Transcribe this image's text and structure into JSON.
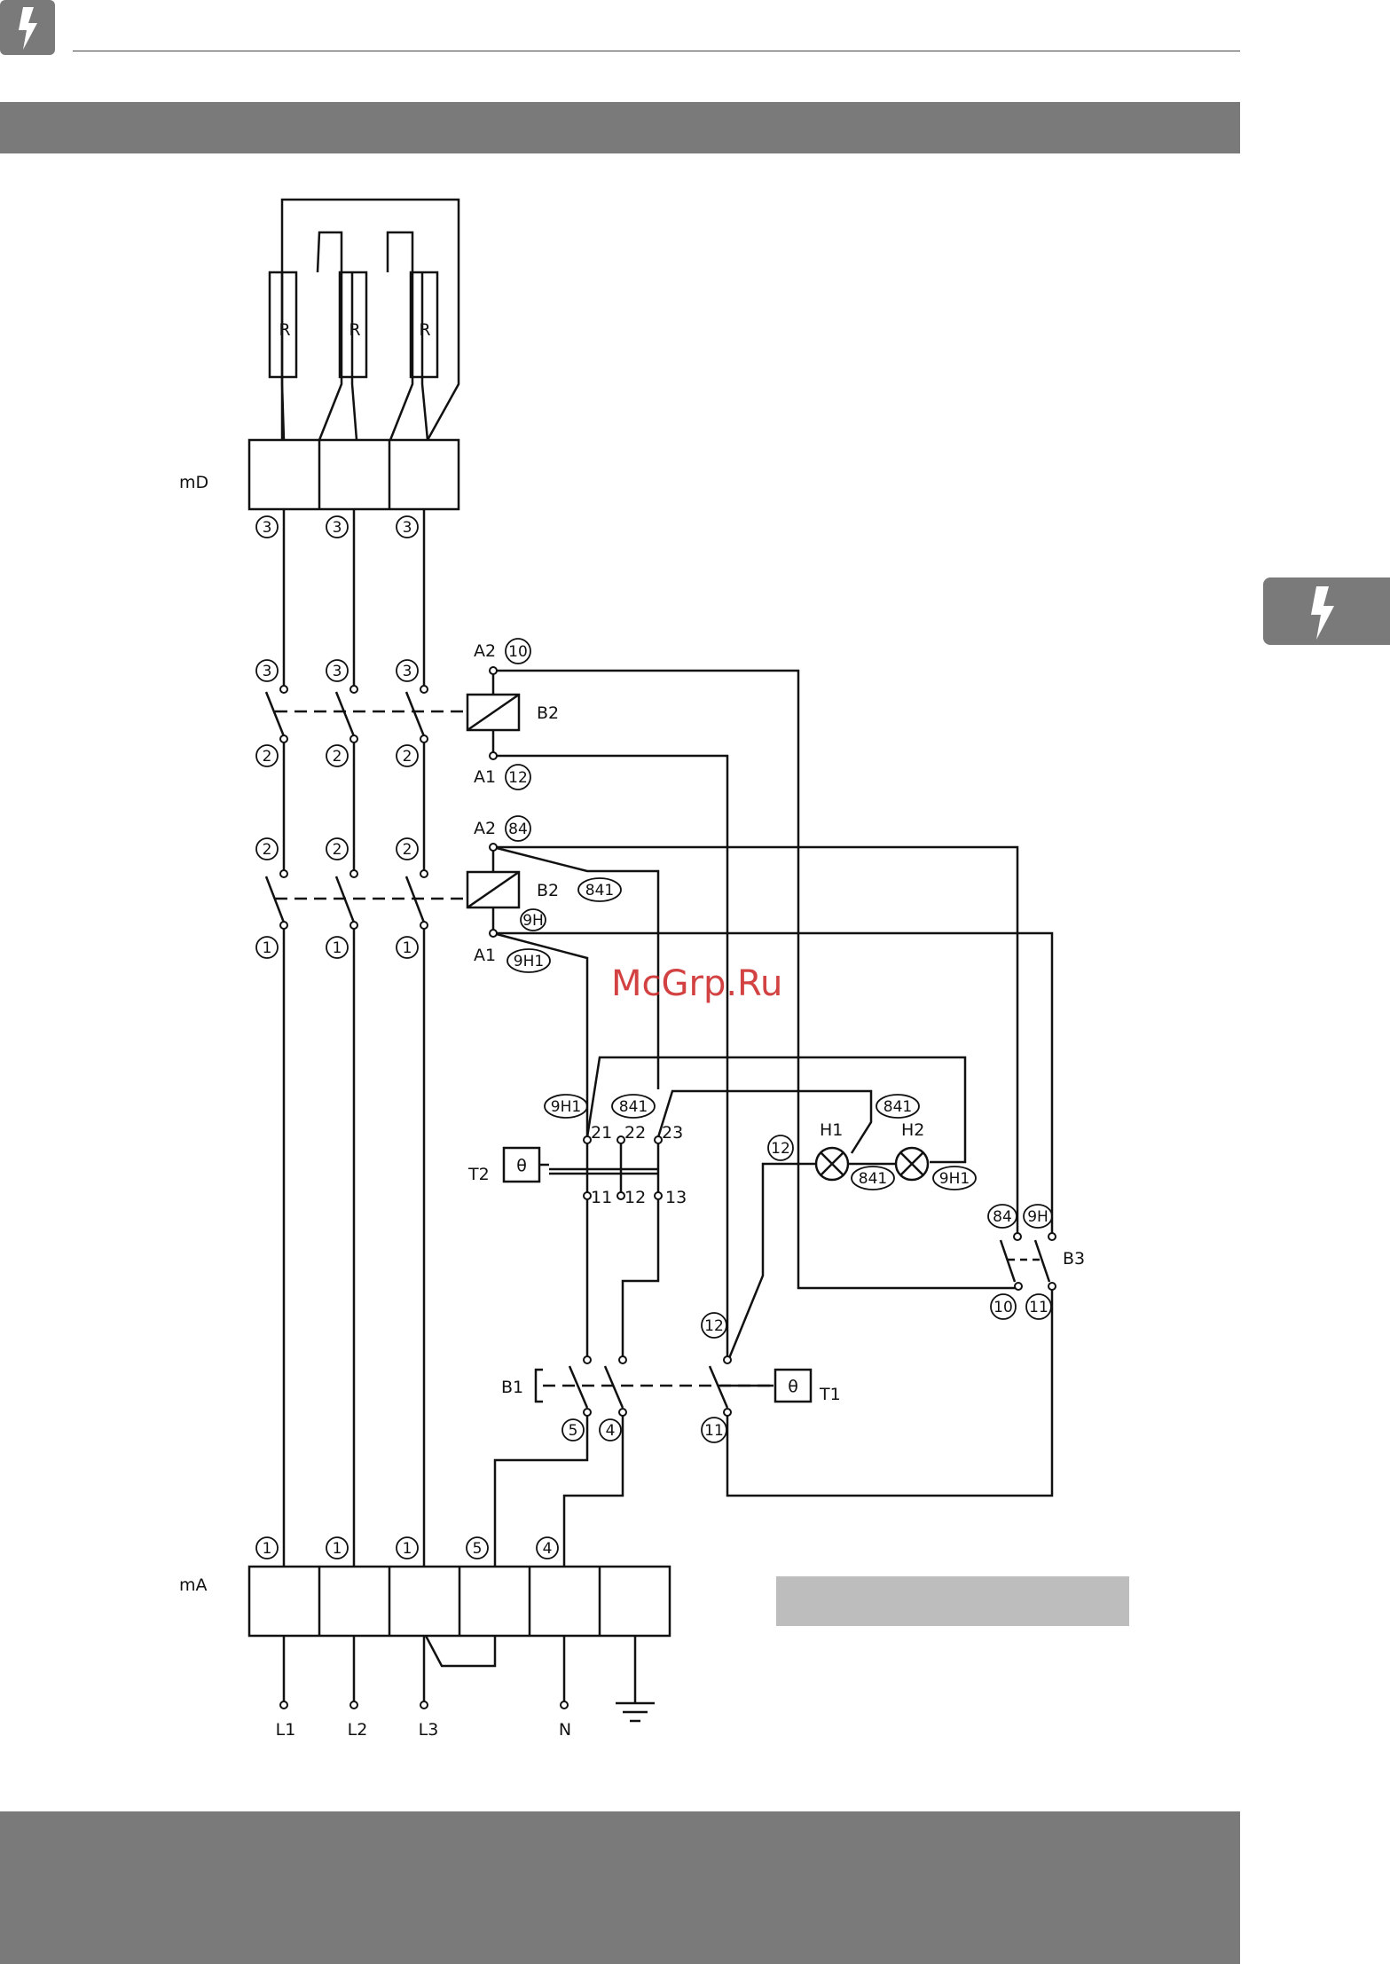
{
  "header": {
    "icon": "lightning-bolt-icon"
  },
  "side_tab": {
    "icon": "lightning-bolt-icon"
  },
  "watermark": "McGrp.Ru",
  "diagram": {
    "resistors": [
      "R",
      "R",
      "R"
    ],
    "blocks": {
      "output": "mD",
      "input": "mA"
    },
    "supply": {
      "l1": "L1",
      "l2": "L2",
      "l3": "L3",
      "n": "N"
    },
    "components": {
      "contactor": "B2",
      "aux_relay": "B3",
      "switch": "B1",
      "thermostat_1": "T1",
      "thermostat_2": "T2",
      "lamp_1": "H1",
      "lamp_2": "H2",
      "theta": "θ"
    },
    "terminals": {
      "a1": "A1",
      "a2": "A2",
      "t21": "21",
      "t22": "22",
      "t23": "23",
      "t11": "11",
      "t12": "12",
      "t13": "13"
    },
    "wire_tags": {
      "n1": "1",
      "n2": "2",
      "n3": "3",
      "n4": "4",
      "n5": "5",
      "n10": "10",
      "n11": "11",
      "n12": "12",
      "n84": "84",
      "n841": "841",
      "n9h": "9H",
      "n9h1": "9H1"
    }
  }
}
